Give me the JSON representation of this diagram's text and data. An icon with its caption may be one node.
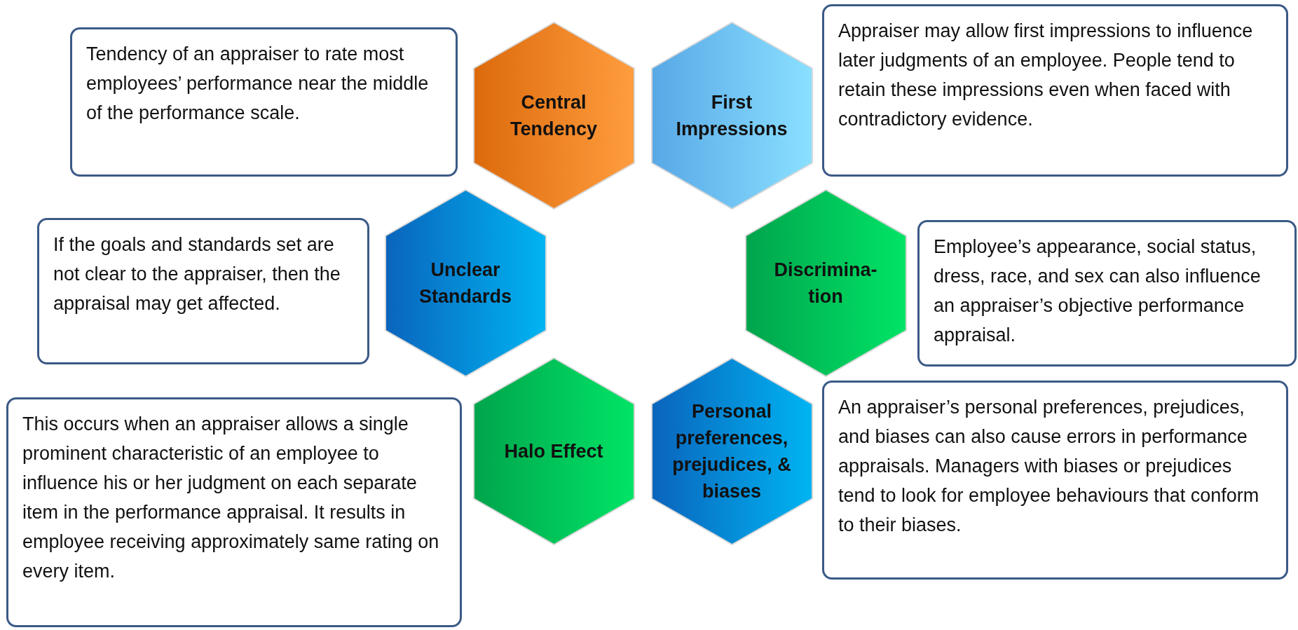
{
  "diagram": {
    "nodes": [
      {
        "text": [
          "Tendency of an appraiser to rate most employees’ performance near the middle of the performance scale."
        ]
      },
      {
        "text": [
          "Central Tendency"
        ]
      },
      {
        "text": [
          "First Impressions"
        ]
      },
      {
        "text": [
          "Appraiser may allow first impressions to influence later judgments of an employee. People tend to retain these impressions even when faced with contradictory evidence."
        ]
      },
      {
        "text": [
          "If the goals and standards set are not clear to the appraiser, then the appraisal may get affected."
        ]
      },
      {
        "text": [
          "Unclear Standards"
        ]
      },
      {
        "text": [
          "Discrimina-tion"
        ]
      },
      {
        "text": [
          "Employee’s appearance, social status, dress, race, and sex can also influence an appraiser’s objective performance appraisal."
        ]
      },
      {
        "text": [
          "This occurs when an appraiser allows a single prominent characteristic of an employee to influence his or her judgment on each separate item in the performance appraisal. It results in employee receiving approximately same rating on every item."
        ]
      },
      {
        "text": [
          "Halo Effect"
        ]
      },
      {
        "text": [
          "Personal preferences, prejudices, & biases"
        ]
      },
      {
        "text": [
          "An appraiser’s personal preferences, prejudices, and biases can also cause errors in performance appraisals. Managers with biases or prejudices tend to look for employee behaviours that conform to their biases."
        ]
      }
    ],
    "edges": []
  }
}
